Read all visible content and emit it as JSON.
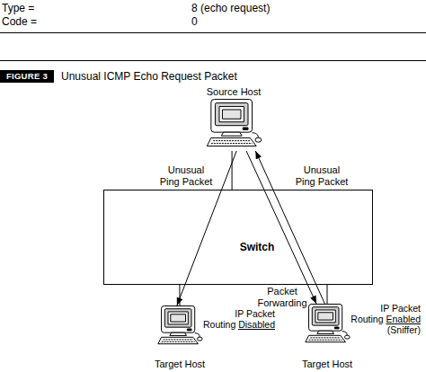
{
  "diagram": {
    "caption": "Unusual ICMP Echo Request Packet",
    "nodes": [
      {
        "text": [
          "Source Host"
        ]
      },
      {
        "text": [
          "Switch"
        ]
      },
      {
        "text": [
          "Target Host",
          "IP Packet Routing Disabled"
        ]
      },
      {
        "text": [
          "Target Host",
          "IP Packet Routing Enabled (Sniffer)"
        ]
      }
    ],
    "edges": [
      {
        "from": 0,
        "to": 1,
        "arrow": "none"
      },
      {
        "from": 1,
        "to": 2,
        "arrow": "none"
      },
      {
        "from": 1,
        "to": 3,
        "arrow": "none"
      },
      {
        "from": 0,
        "to": 2,
        "arrow": "to",
        "label": "Unusual Ping Packet"
      },
      {
        "from": 0,
        "to": 3,
        "arrow": "to",
        "label": "Unusual Ping Packet"
      },
      {
        "from": 3,
        "to": 0,
        "arrow": "to",
        "label": "Packet Forwarding"
      }
    ],
    "labels": [
      "Type =",
      "8 (echo request)",
      "Code =",
      "0",
      "FIGURE 3"
    ]
  }
}
